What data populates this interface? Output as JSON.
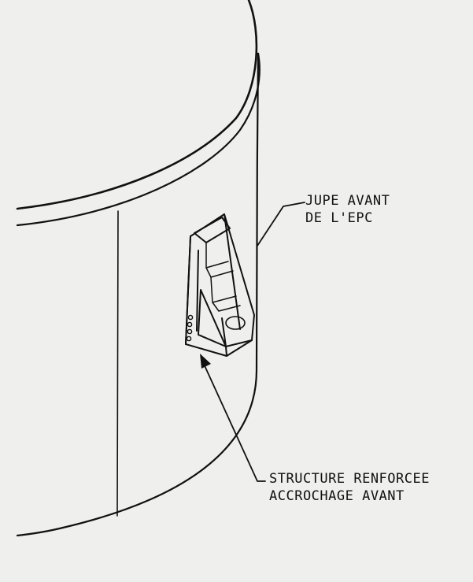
{
  "labels": {
    "jupe": {
      "line1": "JUPE AVANT",
      "line2": "DE L'EPC"
    },
    "structure": {
      "line1": "STRUCTURE RENFORCEE",
      "line2": "ACCROCHAGE AVANT"
    }
  },
  "colors": {
    "paper": "#efefed",
    "ink": "#111111"
  }
}
